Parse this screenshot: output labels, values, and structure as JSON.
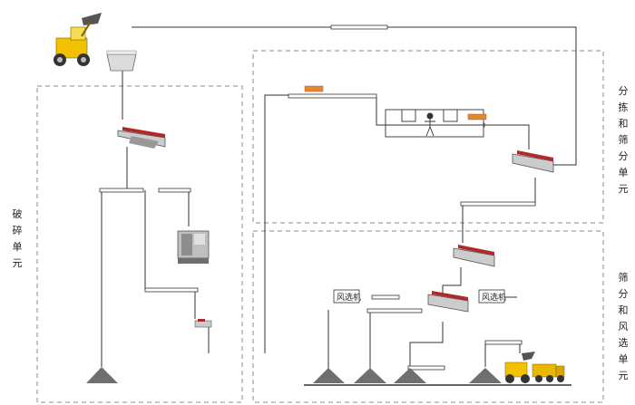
{
  "units": {
    "crushing": "破碎单元",
    "sorting_screening": "分拣和筛分单元",
    "screening_air": "筛分和风选单元"
  },
  "labels": {
    "air_separator_1": "风选机",
    "air_separator_2": "风选机"
  },
  "colors": {
    "dashed_border": "#888888",
    "flow_line": "#333333",
    "conveyor_fill": "#ffffff",
    "screen_red": "#b0282a",
    "loader_yellow": "#f2c200",
    "pile_grey": "#6f6f6f"
  }
}
